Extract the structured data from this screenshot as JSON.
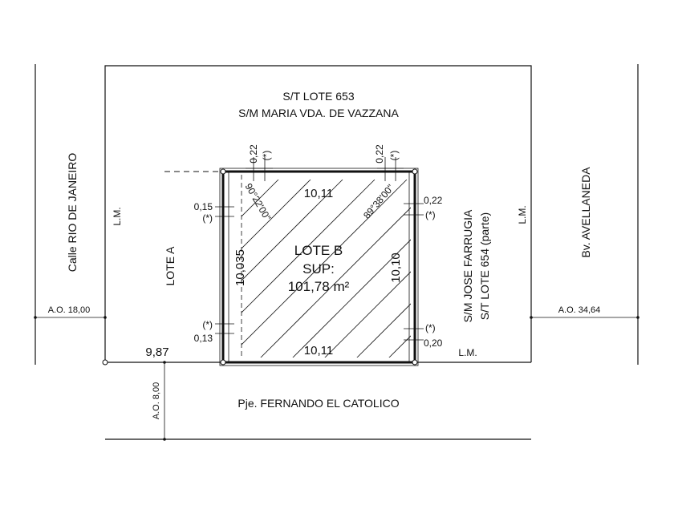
{
  "labels": {
    "north_lot": "S/T LOTE 653",
    "north_owner": "S/M MARIA VDA. DE VAZZANA",
    "street_west": "Calle RIO DE JANEIRO",
    "street_east": "Bv. AVELLANEDA",
    "street_south": "Pje. FERNANDO EL CATOLICO",
    "lm": "L.M.",
    "lote_a": "LOTE A",
    "lote_b": "LOTE B",
    "sup_label": "SUP:",
    "area": "101,78 m²",
    "east_owner": "S/M JOSE FARRUGIA",
    "east_lot": "S/T LOTE 654 (parte)",
    "ao_west": "A.O. 18,00",
    "ao_east": "A.O. 34,64",
    "ao_south": "A.O. 8,00",
    "dist_corner": "9,87",
    "asterisk": "(*)"
  },
  "dimensions": {
    "top": "10,11",
    "bottom": "10,11",
    "left": "10,035",
    "right": "10,10",
    "angle_nw": "90°22'00\"",
    "angle_ne": "89°38'00\"",
    "offset_top_left": "0,22",
    "offset_top_right": "0,22",
    "offset_left_top": "0,15",
    "offset_left_bottom": "0,13",
    "offset_right_top": "0,22",
    "offset_right_bottom": "0,20"
  }
}
